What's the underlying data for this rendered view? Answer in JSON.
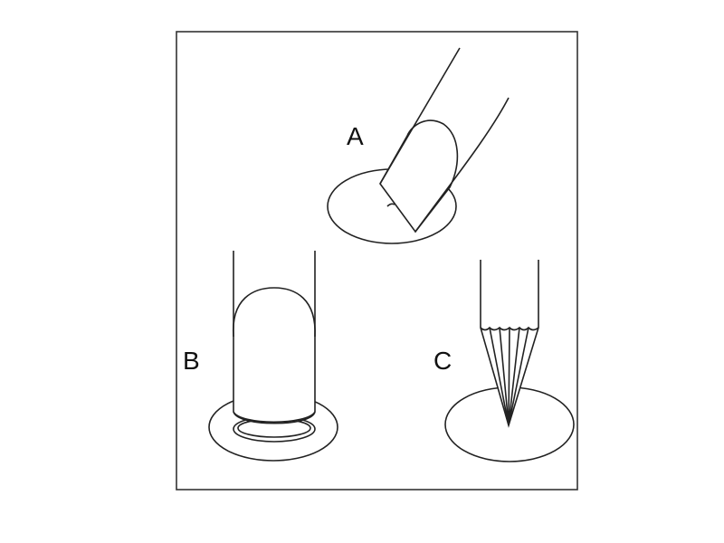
{
  "figure": {
    "labels": {
      "a": "A",
      "b": "B",
      "c": "C"
    }
  }
}
